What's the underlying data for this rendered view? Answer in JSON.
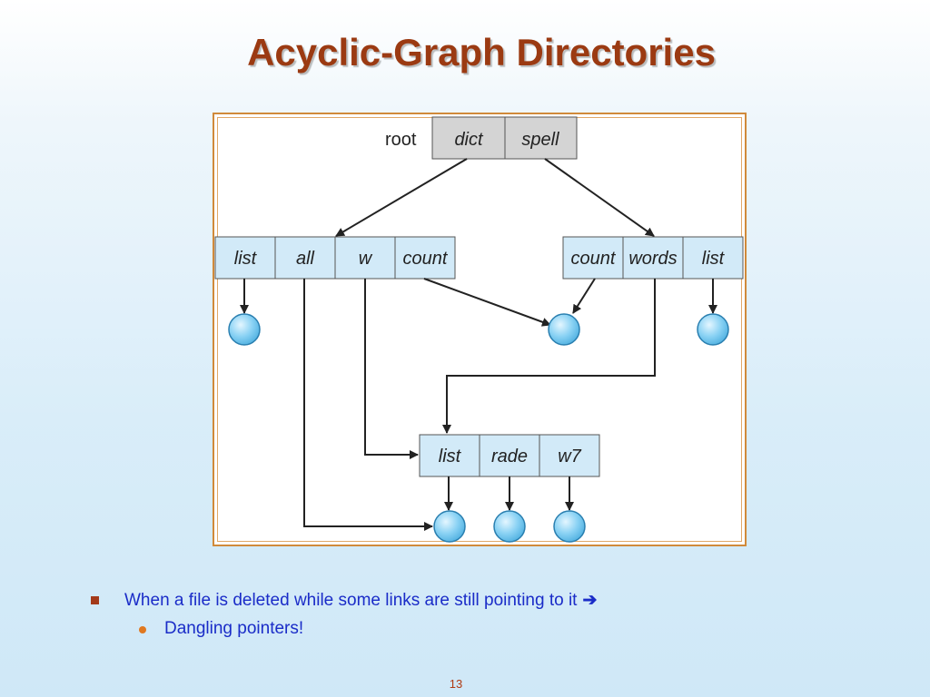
{
  "slide": {
    "title": "Acyclic-Graph Directories",
    "page_number": "13"
  },
  "diagram": {
    "root_label": "root",
    "root_dir": [
      "dict",
      "spell"
    ],
    "dict_dir": [
      "list",
      "all",
      "w",
      "count"
    ],
    "spell_dir": [
      "count",
      "words",
      "list"
    ],
    "shared_dir": [
      "list",
      "rade",
      "w7"
    ],
    "colors": {
      "root_cell": "#d4d4d4",
      "dir_cell": "#d2eaf8",
      "file_node": "#6cc4f0",
      "frame": "#d08a3a"
    }
  },
  "bullets": {
    "level1": "When a file is deleted while some links are still pointing to it",
    "level1_icon": "right-arrow-icon",
    "level2": "Dangling pointers!"
  }
}
